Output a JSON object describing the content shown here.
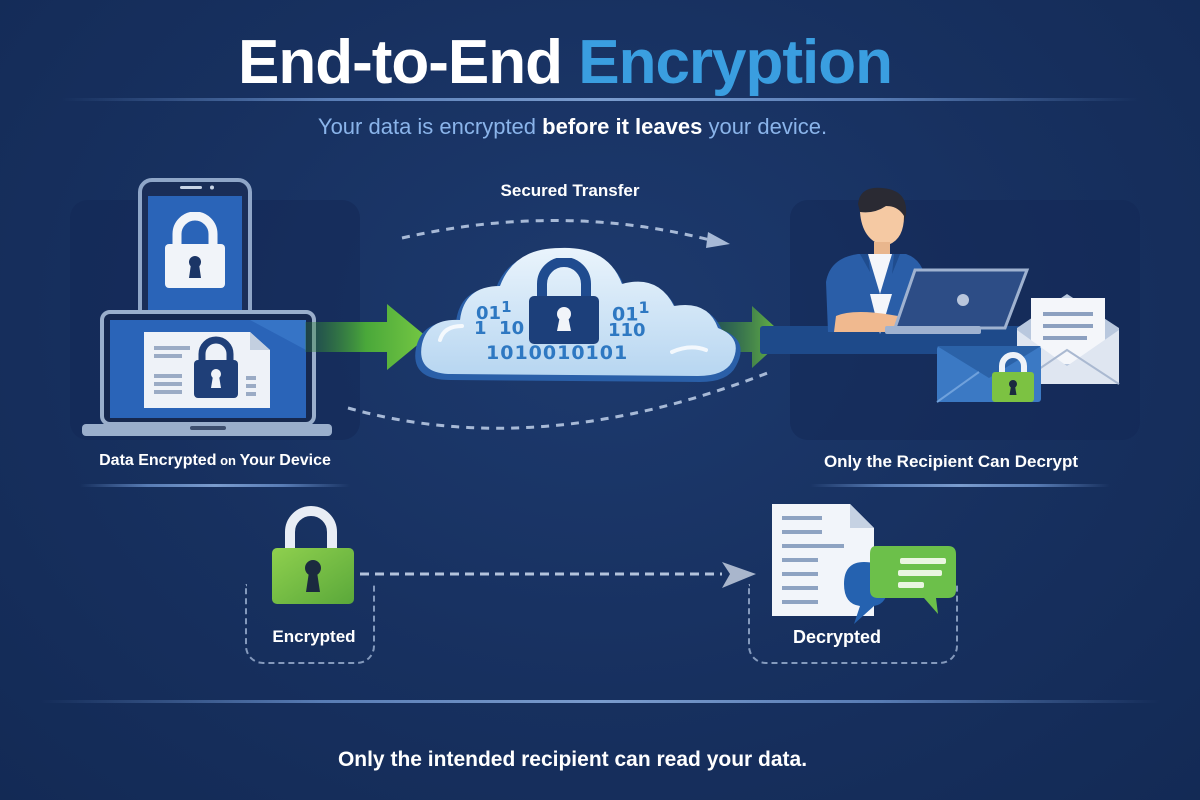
{
  "header": {
    "title_part1": "End-to-End",
    "title_part2": "Encryption",
    "subtitle_pre": "Your data is encrypted ",
    "subtitle_bold": "before it leaves",
    "subtitle_post": " your device."
  },
  "flow": {
    "sender_label_bold": "Data Encrypted",
    "sender_label_mid": " on ",
    "sender_label_end": "Your Device",
    "transfer_label": "Secured Transfer",
    "recipient_label": "Only the Recipient Can Decrypt",
    "cloud_binary": {
      "row1_left": "01",
      "row1_left_sup": "1",
      "row1_right": "01",
      "row1_right_sup": "1",
      "row2_left": "1  10",
      "row2_right": "110",
      "row3": "1010010101"
    }
  },
  "states": {
    "encrypted_label": "Encrypted",
    "decrypted_label": "Decrypted"
  },
  "footer": {
    "text": "Only the intended recipient can read your data."
  },
  "colors": {
    "background": "#17305f",
    "accent_blue": "#3a9ee0",
    "subtitle_blue": "#8ab4ea",
    "arrow_green": "#6cc644",
    "lock_green": "#7cc242",
    "cloud_light": "#d6e9f8",
    "lock_navy": "#1c3f7a"
  }
}
